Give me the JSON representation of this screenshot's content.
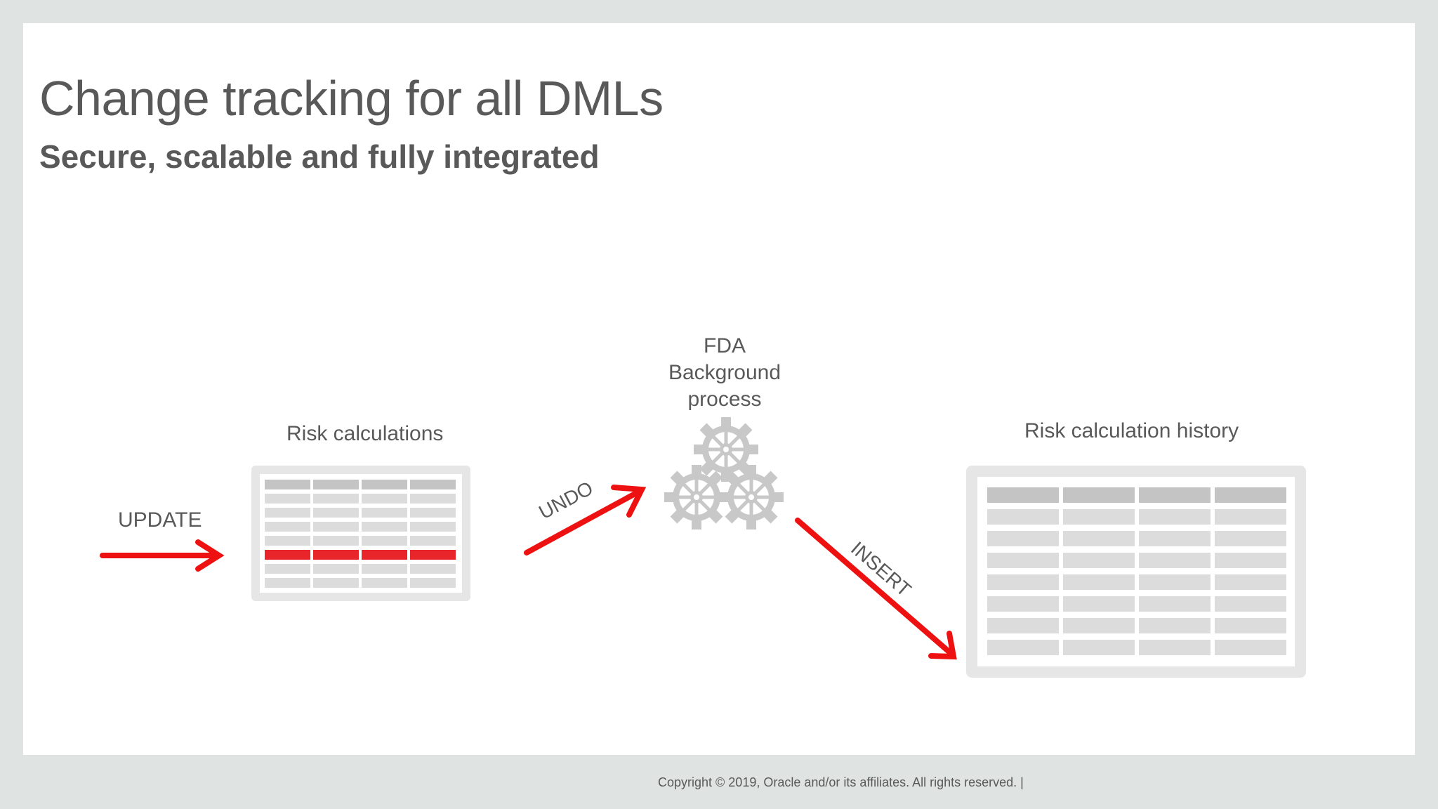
{
  "slide": {
    "title": "Change tracking for all DMLs",
    "subtitle": "Secure, scalable and fully integrated"
  },
  "diagram": {
    "source_table": {
      "label": "Risk calculations",
      "highlighted_row_index": 5
    },
    "process": {
      "label_lines": [
        "FDA",
        "Background",
        "process"
      ],
      "icon": "gears-icon"
    },
    "history_table": {
      "label": "Risk calculation history"
    },
    "arrows": {
      "update": "UPDATE",
      "undo": "UNDO",
      "insert": "INSERT"
    }
  },
  "colors": {
    "arrow": "#ee1111",
    "table_frame": "#e6e6e6",
    "table_header": "#c4c4c4",
    "table_cell": "#dcdcdc",
    "table_highlight": "#e8252a",
    "gear": "#c8c8c8",
    "text": "#595959"
  },
  "footer": {
    "copyright": "Copyright © 2019, Oracle and/or its affiliates. All rights reserved.  |"
  }
}
